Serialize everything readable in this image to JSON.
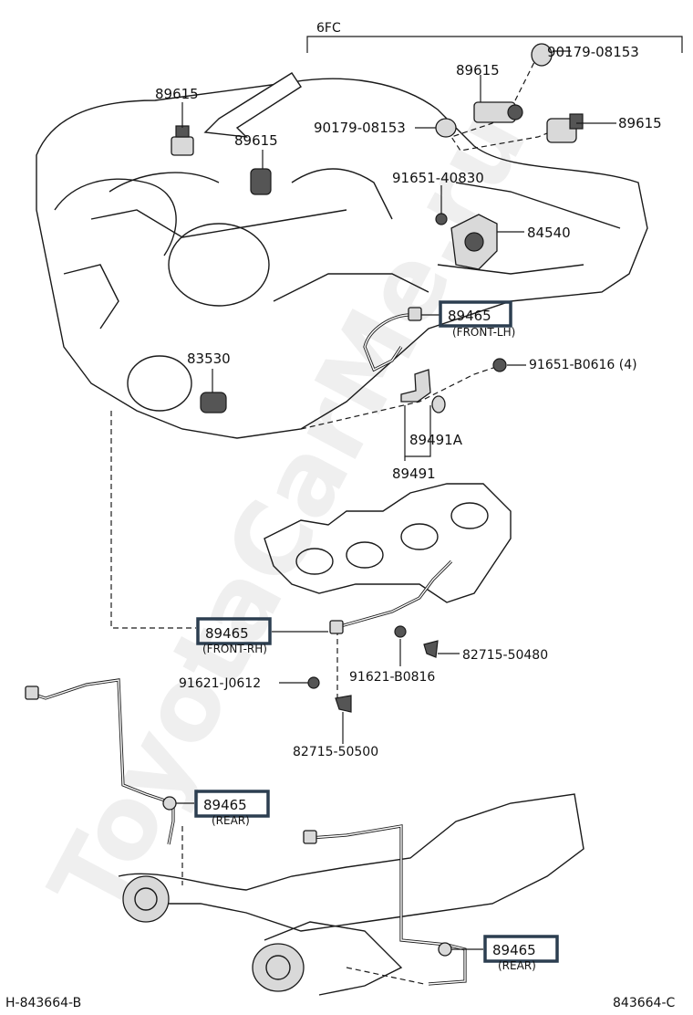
{
  "diagram": {
    "group_label": "6FC",
    "code_left": "H-843664-B",
    "code_right": "843664-C",
    "watermark": "ToyotaCarMe.ru",
    "labels": {
      "p89615_top_right": "89615",
      "p90179_top": "90179-08153",
      "p90179_mid": "90179-08153",
      "p89615_mid_right": "89615",
      "p89615_left": "89615",
      "p89615_center": "89615",
      "p91651_40830": "91651-40830",
      "p84540": "84540",
      "p89465_lh": "89465",
      "note_lh": "(FRONT-LH)",
      "p91651_b0616": "91651-B0616 (4)",
      "p83530": "83530",
      "p89491a": "89491A",
      "p89491": "89491",
      "p89465_rh": "89465",
      "note_rh": "(FRONT-RH)",
      "p82715_50480": "82715-50480",
      "p91621_j0612": "91621-J0612",
      "p91621_b0816": "91621-B0816",
      "p82715_50500": "82715-50500",
      "p89465_rear1": "89465",
      "note_rear1": "(REAR)",
      "p89465_rear2": "89465",
      "note_rear2": "(REAR)"
    }
  }
}
